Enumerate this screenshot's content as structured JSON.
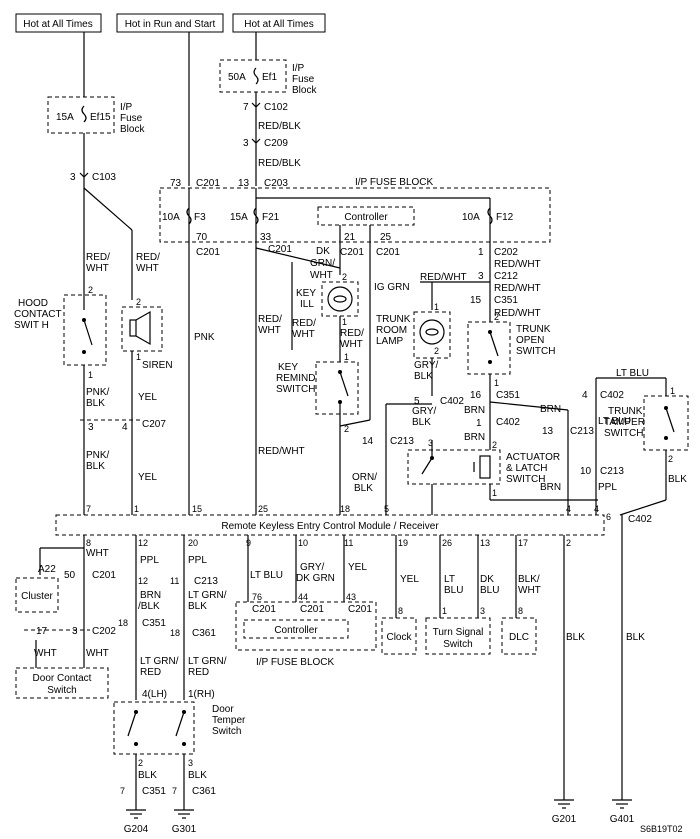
{
  "headers": {
    "hot_all_1": "Hot at All Times",
    "hot_run_start": "Hot in Run and Start",
    "hot_all_2": "Hot at All Times"
  },
  "fuses": {
    "ef15_amp": "15A",
    "ef15_name": "Ef15",
    "ef1_amp": "50A",
    "ef1_name": "Ef1",
    "ip_fuse_block_label": [
      "I/P",
      "Fuse",
      "Block"
    ],
    "f3_amp": "10A",
    "f3_name": "F3",
    "f21_amp": "15A",
    "f21_name": "F21",
    "f12_amp": "10A",
    "f12_name": "F12"
  },
  "blocks": {
    "ip_fuse_block_title": "I/P FUSE BLOCK",
    "controller": "Controller",
    "module": "Remote Keyless Entry Control Module / Receiver",
    "controller_bottom": "Controller",
    "ip_fuse_block_bottom": "I/P FUSE BLOCK",
    "cluster": "Cluster",
    "door_contact": [
      "Door Contact",
      "Switch"
    ],
    "clock": "Clock",
    "turn_signal": [
      "Turn Signal",
      "Switch"
    ],
    "dlc": "DLC"
  },
  "components": {
    "hood": [
      "HOOD",
      "CONTACT",
      "SWIT H"
    ],
    "siren": "SIREN",
    "key_ill": [
      "KEY",
      "ILL"
    ],
    "key_remind": [
      "KEY",
      "REMIND",
      "SWITCH"
    ],
    "trunk_room": [
      "TRUNK",
      "ROOM",
      "LAMP"
    ],
    "trunk_open": [
      "TRUNK",
      "OPEN",
      "SWITCH"
    ],
    "trunk_tamper": [
      "TRUNK",
      "TAMPER",
      "SWITCH"
    ],
    "actuator": [
      "ACTUATOR",
      "& LATCH",
      "SWITCH"
    ],
    "door_temper": [
      "Door",
      "Temper",
      "Switch"
    ]
  },
  "connectors": {
    "c103": "C103",
    "c102": "C102",
    "c209": "C209",
    "c201": "C201",
    "c203": "C203",
    "c202": "C202",
    "c212": "C212",
    "c351": "C351",
    "c402": "C402",
    "c207": "C207",
    "c213": "C213",
    "c361": "C361"
  },
  "wires": {
    "red_blk": "RED/BLK",
    "red": "RED/",
    "wht": "WHT",
    "pnk": "PNK",
    "pnk_blk": [
      "PNK/",
      "BLK"
    ],
    "yel": "YEL",
    "red_wht": "RED/WHT",
    "dk_grn_wht": [
      "DK",
      "GRN/",
      "WHT"
    ],
    "ig_grn": "IG GRN",
    "gry_blk": [
      "GRY/",
      "BLK"
    ],
    "orn_blk": [
      "ORN/",
      "BLK"
    ],
    "brn": "BRN",
    "lt_blu": "LT BLU",
    "ppl": "PPL",
    "blk": "BLK",
    "brn_blk": [
      "BRN",
      "/BLK"
    ],
    "lt_grn_blk": [
      "LT GRN/",
      "BLK"
    ],
    "lt_grn_red": [
      "LT GRN/",
      "RED"
    ],
    "gry_dk_grn": [
      "GRY/",
      "DK GRN"
    ],
    "lt_blu2": [
      "LT",
      "BLU"
    ],
    "dk_blu": [
      "DK",
      "BLU"
    ],
    "blk_wht": [
      "BLK/",
      "WHT"
    ]
  },
  "pins": {
    "p3": "3",
    "p7": "7",
    "p73": "73",
    "p13": "13",
    "p70": "70",
    "p33": "33",
    "p21": "21",
    "p25": "25",
    "p1": "1",
    "p2": "2",
    "p4": "4",
    "p5": "5",
    "p14": "14",
    "p15": "15",
    "p16": "16",
    "p18": "18",
    "p6": "6",
    "p8": "8",
    "p12": "12",
    "p20": "20",
    "p9": "9",
    "p10": "10",
    "p11": "11",
    "p19": "19",
    "p26": "26",
    "p17": "17",
    "p50": "50",
    "p22": "A22",
    "p76": "76",
    "p44": "44",
    "p43": "43",
    "p4lh": "4(LH)",
    "p1rh": "1(RH)",
    "p13b": "13"
  },
  "grounds": {
    "g204": "G204",
    "g301": "G301",
    "g201": "G201",
    "g401": "G401"
  },
  "figure_id": "S6B19T02"
}
